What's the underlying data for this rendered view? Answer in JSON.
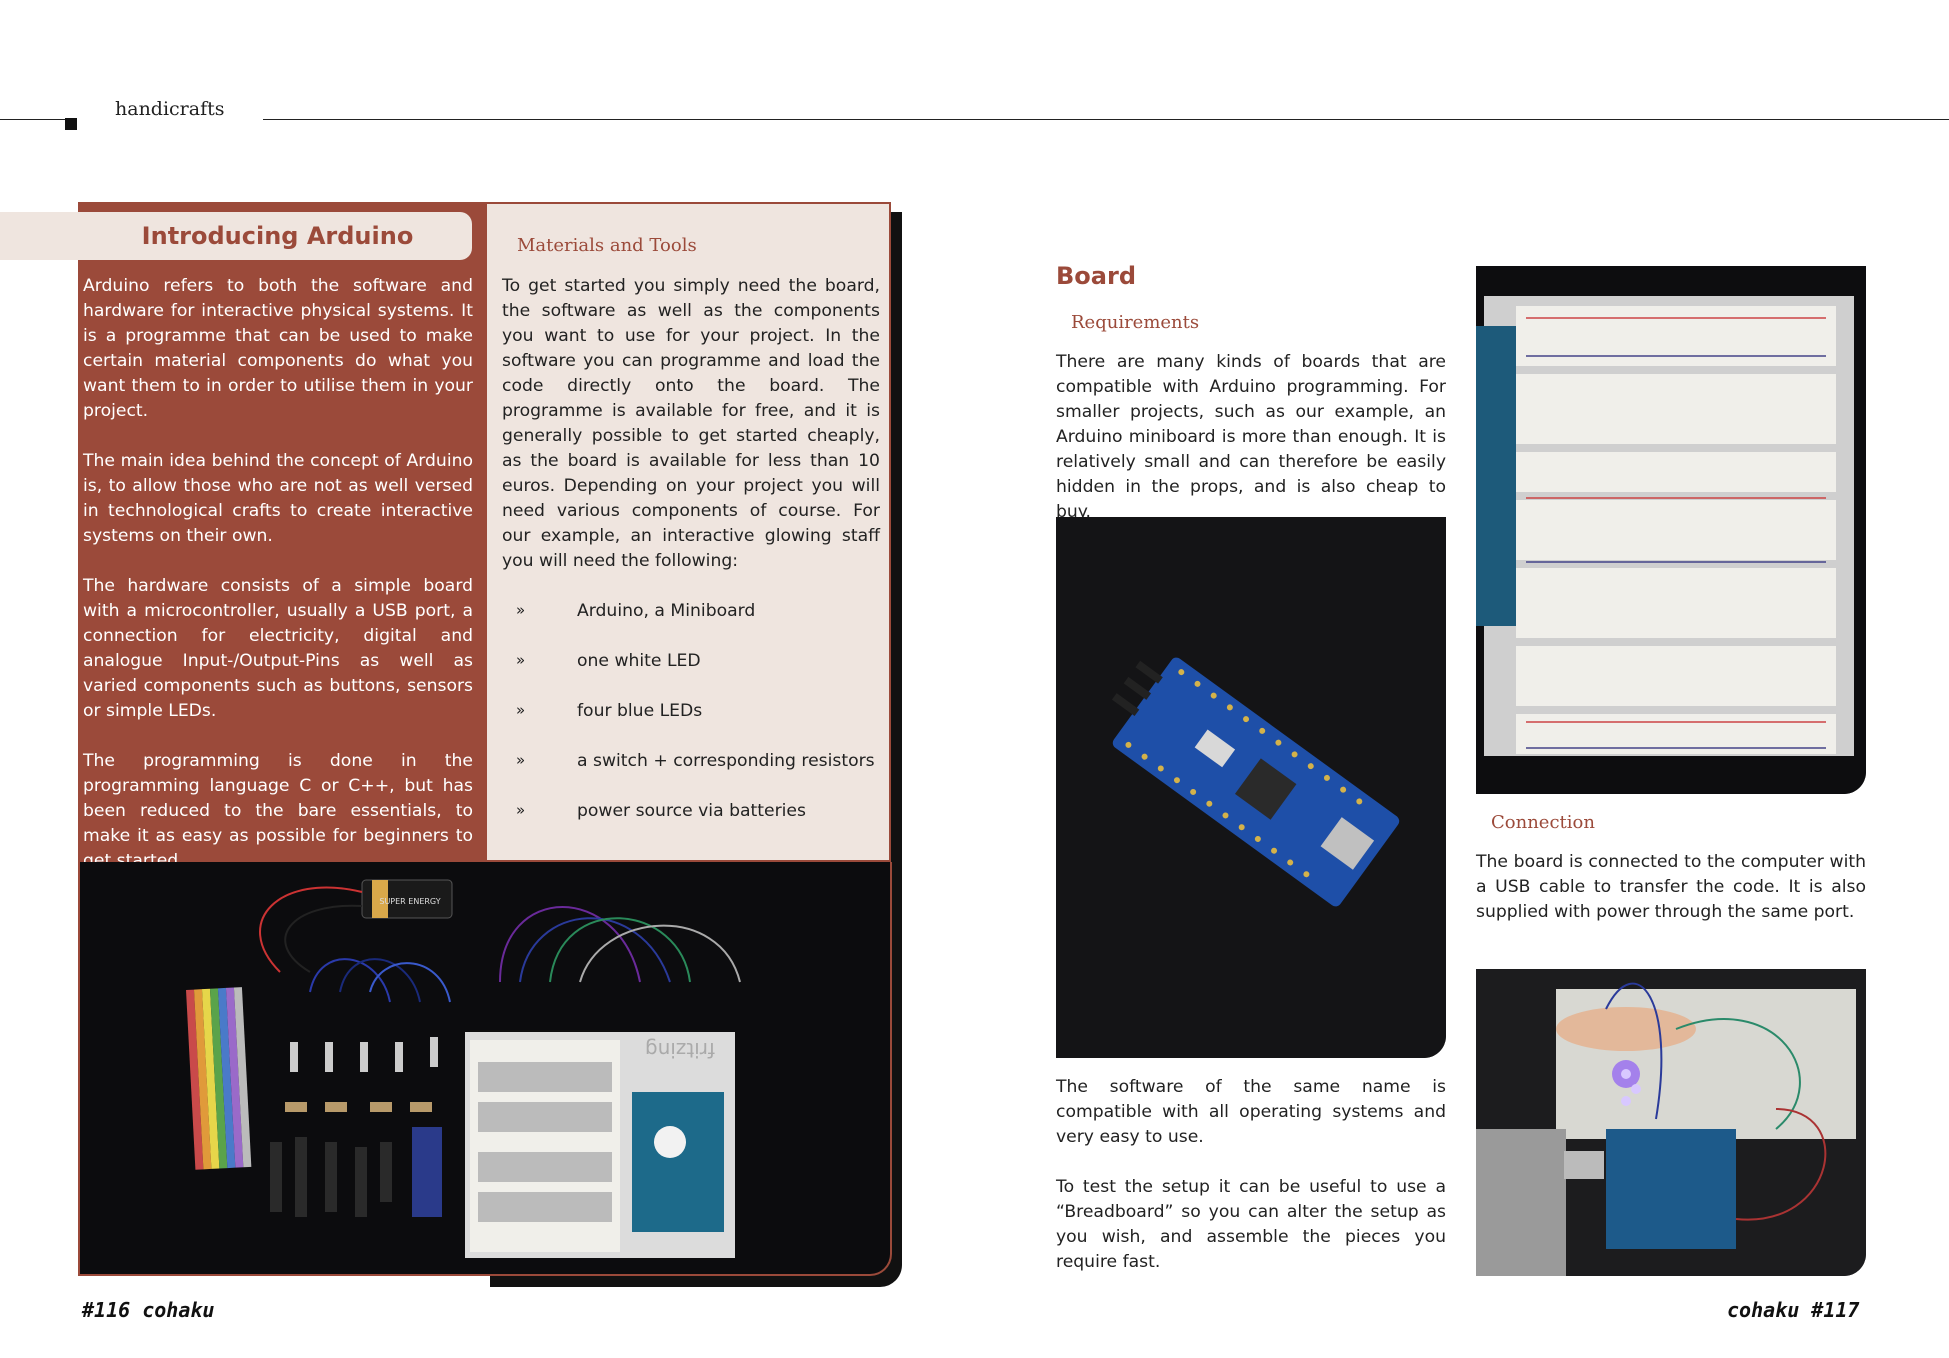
{
  "header": {
    "section": "handicrafts"
  },
  "intro": {
    "title": "Introducing Arduino",
    "paragraphs": [
      "Arduino refers to both the software and hardware for interactive physical systems. It is a programme that can be used to make certain material components do what you want them to in order to utilise them in your project.",
      "The main idea behind the concept of Arduino is, to allow those who are not as well versed in technological crafts to create interactive systems on their own.",
      "The hardware consists of a simple board with a microcontroller, usually a USB port, a connection for electricity, digital and analogue Input-/Output-Pins as well as varied components such as buttons, sensors or simple LEDs.",
      "The programming is done in the programming language C or C++, but has been reduced to the bare essentials, to make it as easy as possible for beginners to get started,"
    ]
  },
  "materials": {
    "title": "Materials and Tools",
    "body": "To get started you simply need the board, the software as well as the components you want to use for your project. In the software you can programme and load the code directly onto the board. The programme is available for free, and it is generally possible to get started cheaply, as the board is available for less than 10 euros. Depending on your project you will need various components of course. For our example, an interactive glowing staff you will need the following:",
    "bullet": "»",
    "items": [
      "Arduino, a Miniboard",
      "one white LED",
      "four blue LEDs",
      "a switch + corresponding resistors",
      "power source via batteries"
    ]
  },
  "board": {
    "title": "Board",
    "requirements_title": "Requirements",
    "requirements_body": "There are many kinds of boards that are compatible with Arduino programming. For smaller projects, such as our example, an Arduino miniboard is more than enough. It is relatively small and can therefore be easily hidden in the props, and is also cheap to buy.",
    "software_paragraphs": [
      "The software of the same name is compatible with all operating systems and very easy to use.",
      "To test the setup it can be useful to use a “Breadboard” so you can alter the setup as you wish, and assemble the pieces you require fast."
    ]
  },
  "connection": {
    "title": "Connection",
    "body": "The board is connected to the computer with a USB cable to transfer the code. It is also supplied with power through the same port."
  },
  "photos": {
    "battery_label": "SUPER ENERGY",
    "breadboard_brand": "fritzing"
  },
  "page_numbers": {
    "left": "#116 cohaku",
    "right": "cohaku #117"
  },
  "colors": {
    "accent": "#9b4a3a",
    "panel": "#efe5df"
  }
}
